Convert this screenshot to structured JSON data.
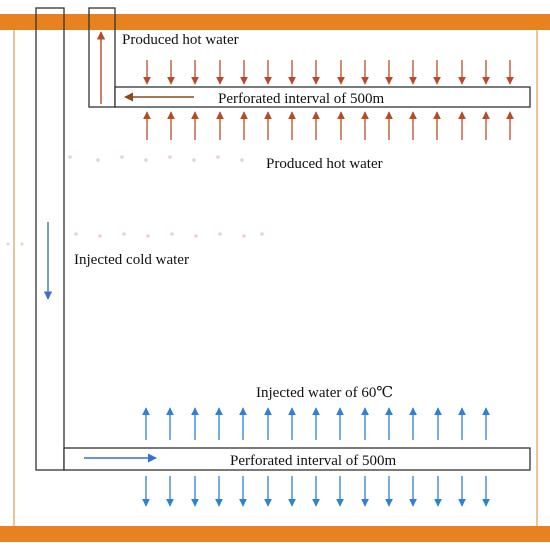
{
  "labels": {
    "produced_top": "Produced hot water",
    "perforated_top": "Perforated interval of 500m",
    "produced_below": "Produced hot water",
    "injected_cold": "Injected cold water",
    "injected_60": "Injected water of 60℃",
    "perforated_bottom": "Perforated interval of 500m"
  },
  "colors": {
    "rock_layer": "#e8821e",
    "formation_edge": "#e8b27a",
    "hot_arrow": "#b84a2a",
    "hot_flow_arrow": "#8a4a1e",
    "cold_arrow": "#3a6fd8",
    "inj_arrow": "#2f80d6",
    "pipe": "#333333",
    "faint": "#f3c8e6"
  },
  "icons": {
    "hot_flow": "arrow-down-up-red",
    "cold_flow": "arrow-up-down-blue"
  }
}
